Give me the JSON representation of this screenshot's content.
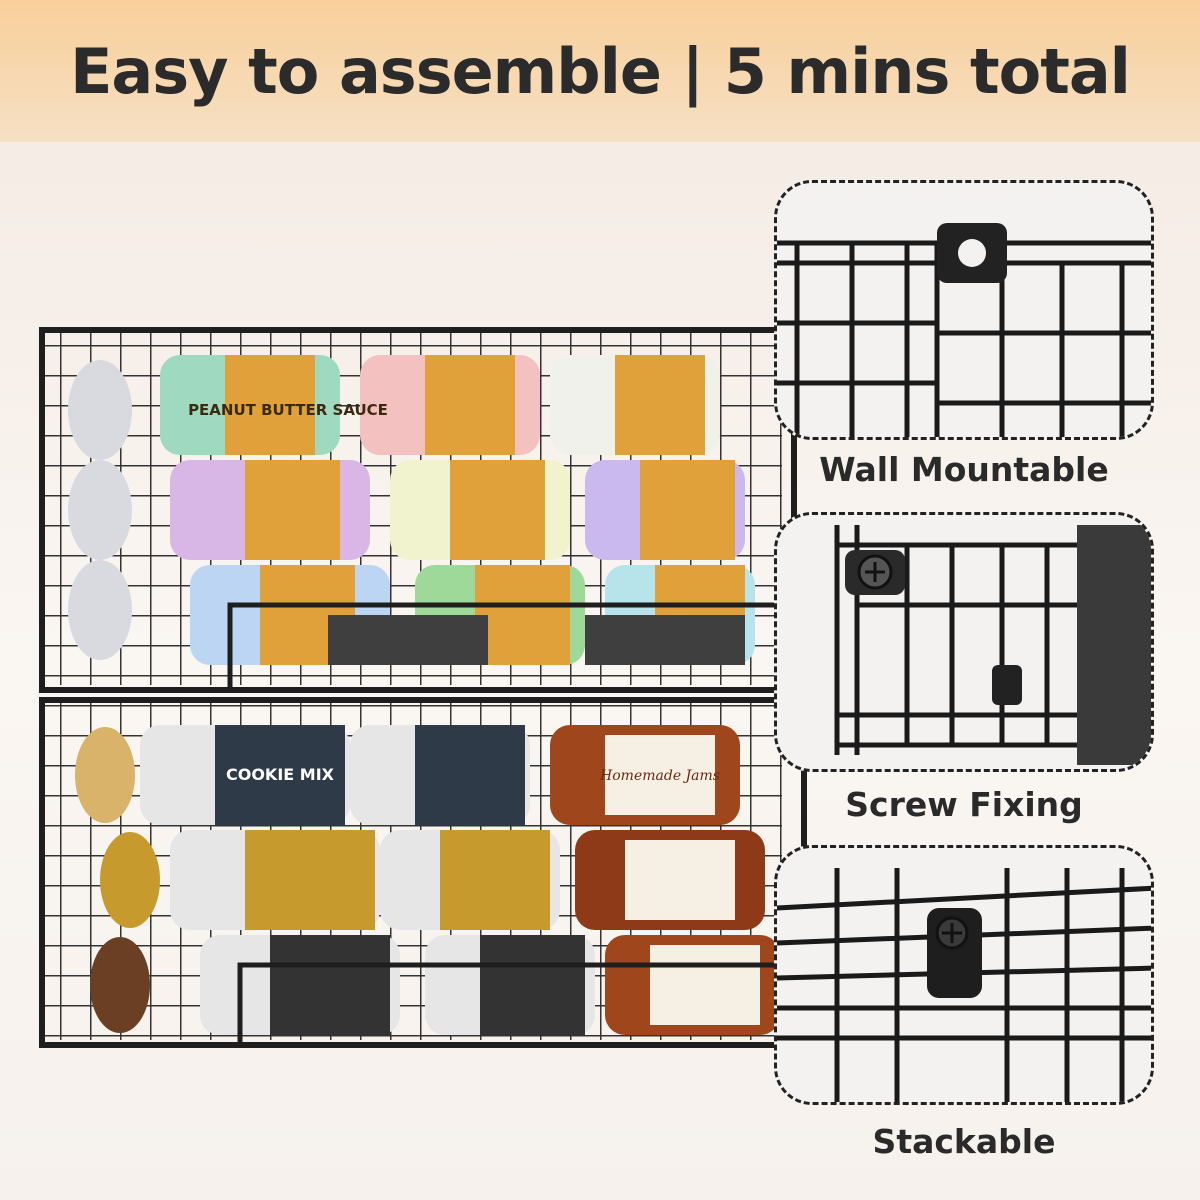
{
  "banner": {
    "title": "Easy to assemble | 5 mins total"
  },
  "features": [
    {
      "label": "Wall Mountable",
      "icon": "wall-mount-hole-icon"
    },
    {
      "label": "Screw Fixing",
      "icon": "screw-icon"
    },
    {
      "label": "Stackable",
      "icon": "stack-icon"
    }
  ],
  "jars": {
    "peanut": "PEANUT BUTTER SAUCE",
    "cookie": "COOKIE MIX",
    "jam": "Homemade Jams"
  },
  "colors": {
    "banner": "#f8cf9a",
    "wire": "#1e1e1e",
    "peanut_label": "#e0a13a",
    "cookie_label": "#2f3a48",
    "jam": "#a0461d"
  }
}
